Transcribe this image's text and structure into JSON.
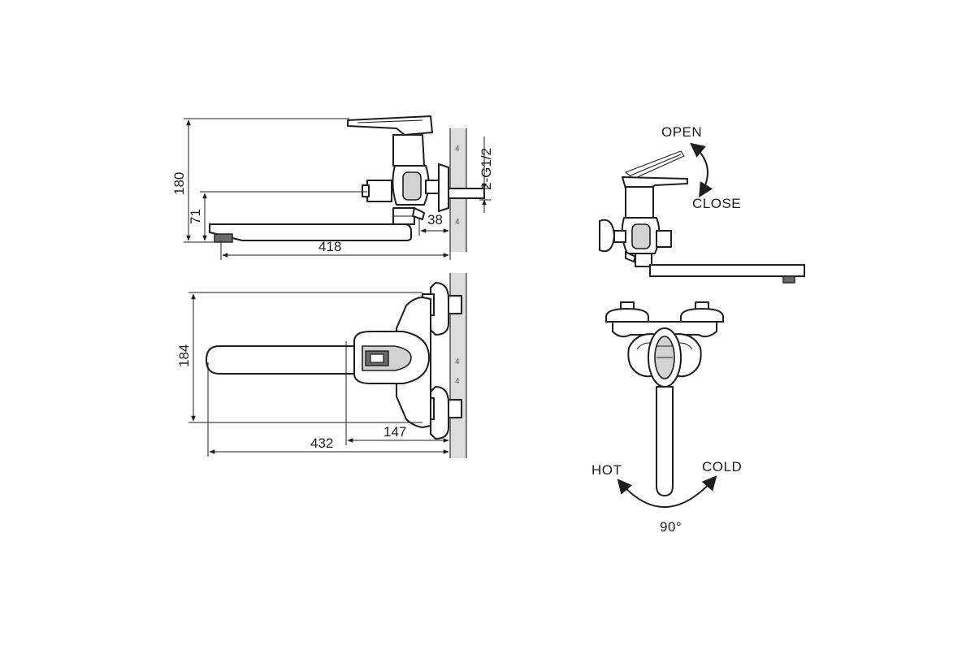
{
  "side_view": {
    "dim_height_total": "180",
    "dim_height_spout": "71",
    "dim_wall_offset": "38",
    "dim_spout_length": "418",
    "connection": "2-G1/2"
  },
  "top_view": {
    "dim_width": "184",
    "dim_handle_reach": "147",
    "dim_total_length": "432"
  },
  "operation": {
    "open_label": "OPEN",
    "close_label": "CLOSE",
    "hot_label": "HOT",
    "cold_label": "COLD",
    "rotation_label": "90°"
  }
}
